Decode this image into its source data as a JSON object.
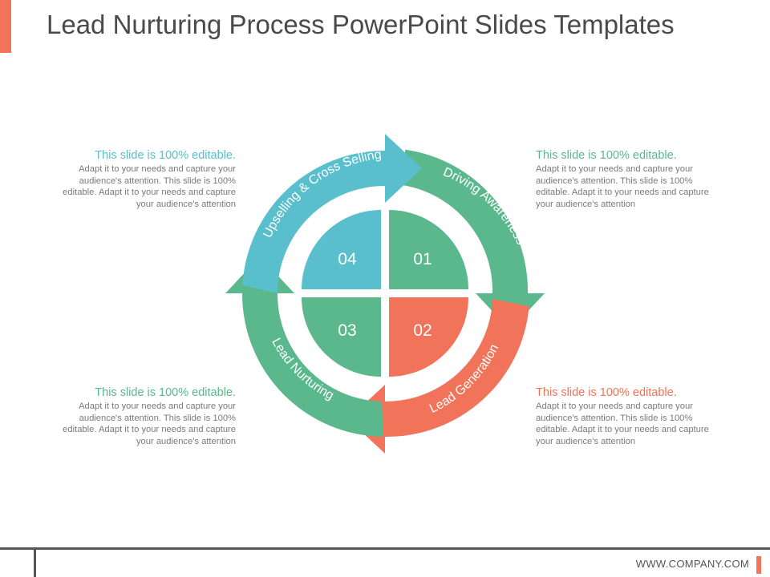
{
  "slide": {
    "title": "Lead Nurturing Process PowerPoint Slides Templates"
  },
  "colors": {
    "accent": "#f0735a",
    "teal": "#5abfcc",
    "green": "#5ab88c",
    "coral": "#f0735a",
    "text_gray": "#7a7a7a"
  },
  "cycle": {
    "stages": [
      {
        "number": "01",
        "label": "Driving Awareness",
        "color": "#5ab88c"
      },
      {
        "number": "02",
        "label": "Lead Generation",
        "color": "#f0735a"
      },
      {
        "number": "03",
        "label": "Lead Nurturing",
        "color": "#5ab88c"
      },
      {
        "number": "04",
        "label": "Upselling & Cross Selling",
        "color": "#5abfcc"
      }
    ]
  },
  "notes": {
    "top_left": {
      "heading": "This slide is 100% editable.",
      "body": "Adapt it to your needs and capture your audience's attention. This slide is 100% editable. Adapt it to your needs and capture your audience's attention",
      "color": "#5abfcc"
    },
    "top_right": {
      "heading": "This slide is 100% editable.",
      "body": "Adapt it to your needs and capture your audience's attention. This slide is 100% editable. Adapt it to your needs and capture your audience's attention",
      "color": "#5ab88c"
    },
    "bottom_left": {
      "heading": "This slide is 100% editable.",
      "body": "Adapt it to your needs and capture your audience's attention. This slide is 100% editable. Adapt it to your needs and capture your audience's attention",
      "color": "#5ab88c"
    },
    "bottom_right": {
      "heading": "This slide is 100% editable.",
      "body": "Adapt it to your needs and capture your audience's attention. This slide is 100% editable. Adapt it to your needs and capture your audience's attention",
      "color": "#f0735a"
    }
  },
  "footer": {
    "url": "WWW.COMPANY.COM"
  }
}
